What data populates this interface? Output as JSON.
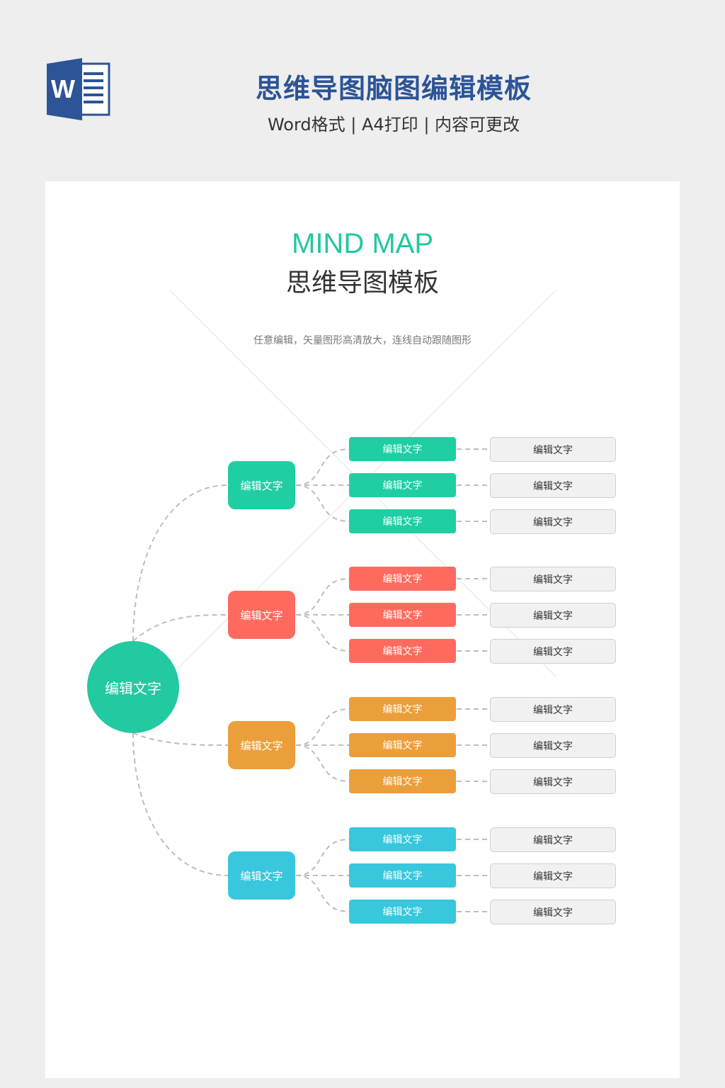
{
  "header": {
    "title": "思维导图脑图编辑模板",
    "subtitle": "Word格式 | A4打印 | 内容可更改",
    "icon": "word-icon",
    "icon_letter": "W"
  },
  "paper": {
    "title_en": "MIND MAP",
    "title_cn": "思维导图模板",
    "description": "任意编辑，矢量图形高清放大，连线自动跟随图形"
  },
  "mindmap": {
    "center": {
      "label": "编辑文字",
      "color": "#22c9a1"
    },
    "branches": [
      {
        "label": "编辑文字",
        "color": "#20cea4",
        "children": [
          {
            "label": "编辑文字",
            "leaf": "编辑文字"
          },
          {
            "label": "编辑文字",
            "leaf": "编辑文字"
          },
          {
            "label": "编辑文字",
            "leaf": "编辑文字"
          }
        ]
      },
      {
        "label": "编辑文字",
        "color": "#fe6b5e",
        "children": [
          {
            "label": "编辑文字",
            "leaf": "编辑文字"
          },
          {
            "label": "编辑文字",
            "leaf": "编辑文字"
          },
          {
            "label": "编辑文字",
            "leaf": "编辑文字"
          }
        ]
      },
      {
        "label": "编辑文字",
        "color": "#eb9f3b",
        "children": [
          {
            "label": "编辑文字",
            "leaf": "编辑文字"
          },
          {
            "label": "编辑文字",
            "leaf": "编辑文字"
          },
          {
            "label": "编辑文字",
            "leaf": "编辑文字"
          }
        ]
      },
      {
        "label": "编辑文字",
        "color": "#38c7dc",
        "children": [
          {
            "label": "编辑文字",
            "leaf": "编辑文字"
          },
          {
            "label": "编辑文字",
            "leaf": "编辑文字"
          },
          {
            "label": "编辑文字",
            "leaf": "编辑文字"
          }
        ]
      }
    ]
  }
}
